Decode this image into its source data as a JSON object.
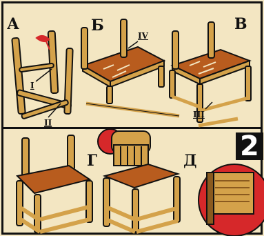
{
  "labels": {
    "a": "А",
    "b": "Б",
    "v": "В",
    "g": "Г",
    "d": "Д",
    "r1": "I",
    "r2": "II",
    "r3": "III",
    "r4": "IV",
    "fig": "2"
  },
  "colors": {
    "wood": "#d4a24a",
    "wood_dark": "#8a5a1f",
    "seat": "#b85c1e",
    "outline": "#111111",
    "red": "#d6282a",
    "paper": "#f3e6c2"
  }
}
